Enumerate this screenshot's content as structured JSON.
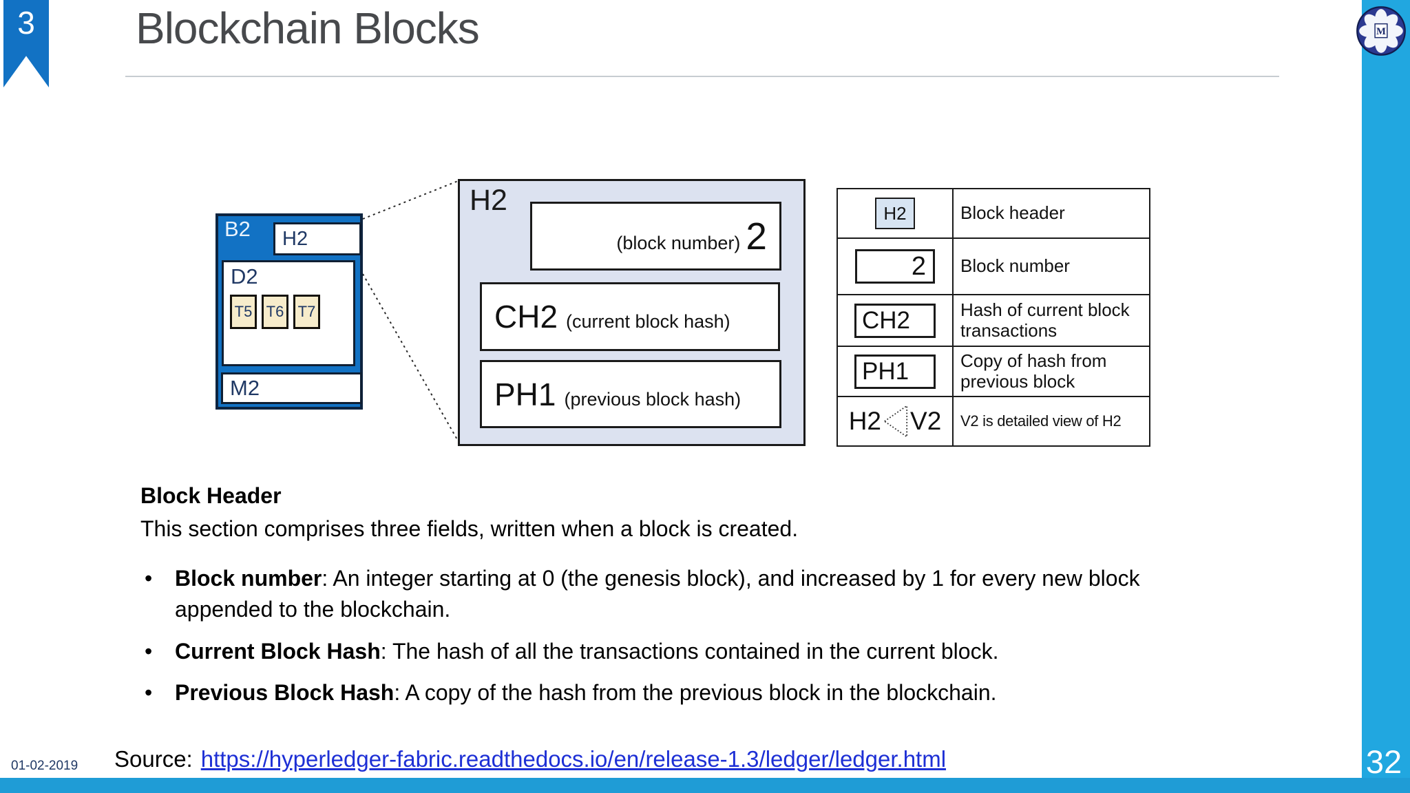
{
  "slide": {
    "ribbon_number": "3",
    "title": "Blockchain Blocks",
    "page_number": "32",
    "date": "01-02-2019",
    "source_label": "Source:",
    "source_url": "https://hyperledger-fabric.readthedocs.io/en/release-1.3/ledger/ledger.html",
    "logo_letter": "M"
  },
  "diagram": {
    "block": {
      "label": "B2",
      "header": "H2",
      "data_section": "D2",
      "transactions": [
        "T5",
        "T6",
        "T7"
      ],
      "metadata": "M2"
    },
    "detail": {
      "label": "H2",
      "number_caption": "(block number)",
      "number_value": "2",
      "current_hash_label": "CH2",
      "current_hash_caption": "(current block hash)",
      "previous_hash_label": "PH1",
      "previous_hash_caption": "(previous block hash)"
    },
    "legend": {
      "rows": [
        {
          "symbol": "H2",
          "description": "Block header"
        },
        {
          "symbol": "2",
          "description": "Block number"
        },
        {
          "symbol": "CH2",
          "description": "Hash of current block transactions"
        },
        {
          "symbol": "PH1",
          "description": "Copy of hash from previous block"
        },
        {
          "symbol_left": "H2",
          "symbol_right": "V2",
          "description": "V2 is detailed view of  H2"
        }
      ]
    }
  },
  "body": {
    "heading": "Block Header",
    "intro": "This section comprises three fields, written when a block is created.",
    "bullets": [
      {
        "term": "Block number",
        "rest": ": An integer starting at 0 (the genesis block), and increased by 1 for every new block appended to the blockchain."
      },
      {
        "term": "Current Block Hash",
        "rest": ": The hash of all the transactions contained in the current block."
      },
      {
        "term": "Previous Block Hash",
        "rest": ": A copy of the hash from the previous block in the blockchain."
      }
    ]
  },
  "colors": {
    "block_blue": "#1272C4",
    "side_bar_blue": "#21A7E0",
    "navy_text": "#1F3864",
    "link_blue": "#1D2FD5",
    "detail_fill": "#DCE2F0",
    "transaction_fill": "#F7ECCB"
  }
}
